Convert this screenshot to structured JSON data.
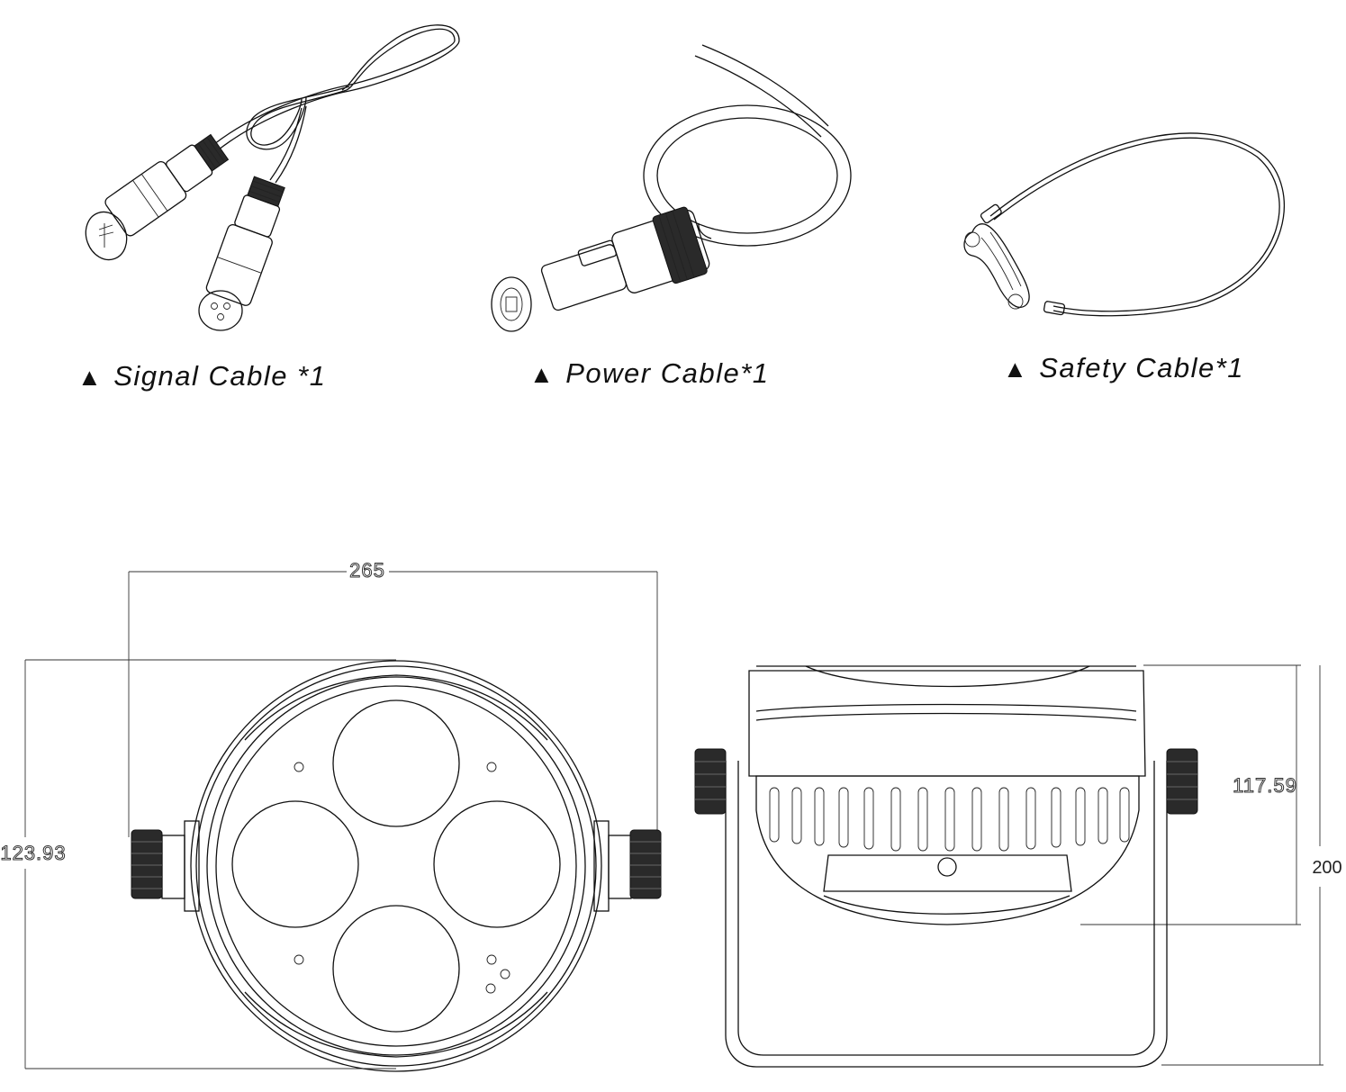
{
  "accessories": [
    {
      "marker": "▲",
      "label": "Signal Cable *1"
    },
    {
      "marker": "▲",
      "label": "Power Cable*1"
    },
    {
      "marker": "▲",
      "label": "Safety Cable*1"
    }
  ],
  "dimensions": {
    "front_width": "265",
    "front_height": "123.93",
    "side_body_height": "117.59",
    "side_total_height": "200"
  },
  "colors": {
    "line": "#111111",
    "background": "#ffffff"
  }
}
